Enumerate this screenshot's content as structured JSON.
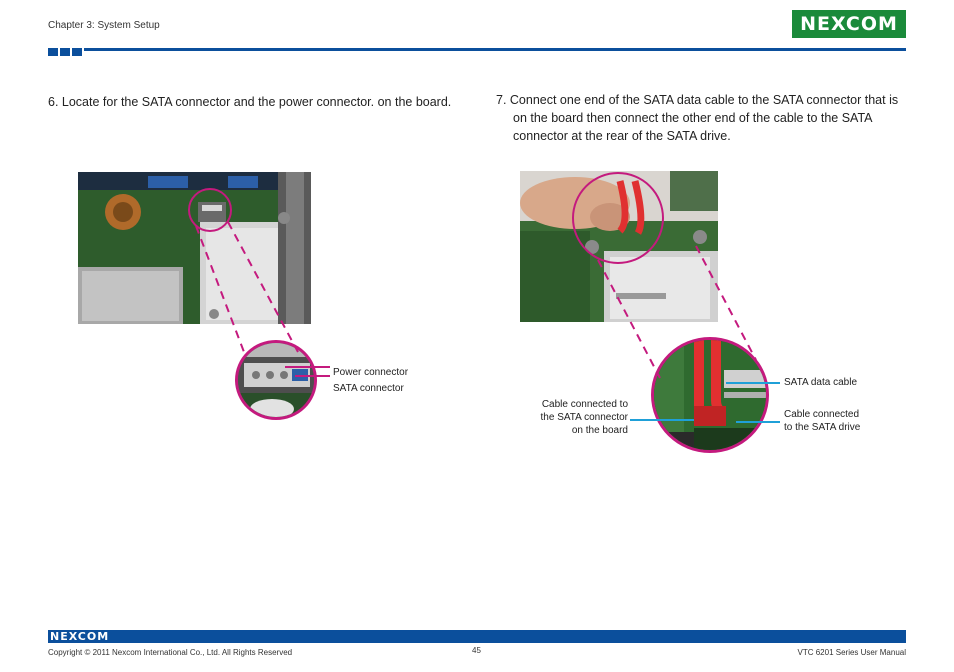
{
  "header": {
    "chapter": "Chapter 3: System Setup",
    "logo": "NEXCOM"
  },
  "steps": {
    "step6": "6. Locate for the SATA connector and the power connector. on the board.",
    "step7": "7. Connect one end of the SATA data cable to the SATA connector that is on the board then connect the other end of the cable to the SATA connector at the rear of the SATA drive."
  },
  "callouts": {
    "power_connector": "Power connector",
    "sata_connector": "SATA connector",
    "sata_data_cable": "SATA data cable",
    "cable_board_line1": "Cable connected to",
    "cable_board_line2": "the SATA connector",
    "cable_board_line3": "on the board",
    "cable_drive_line1": "Cable connected",
    "cable_drive_line2": "to the SATA drive"
  },
  "footer": {
    "logo": "NEXCOM",
    "copyright": "Copyright © 2011 Nexcom International Co., Ltd. All Rights Reserved",
    "page": "45",
    "manual": "VTC 6201 Series User Manual"
  },
  "colors": {
    "brand_blue": "#0b4f9c",
    "brand_green": "#1a8a3a",
    "callout_magenta": "#c41a7e",
    "pointer_cyan": "#1fa0d8"
  }
}
